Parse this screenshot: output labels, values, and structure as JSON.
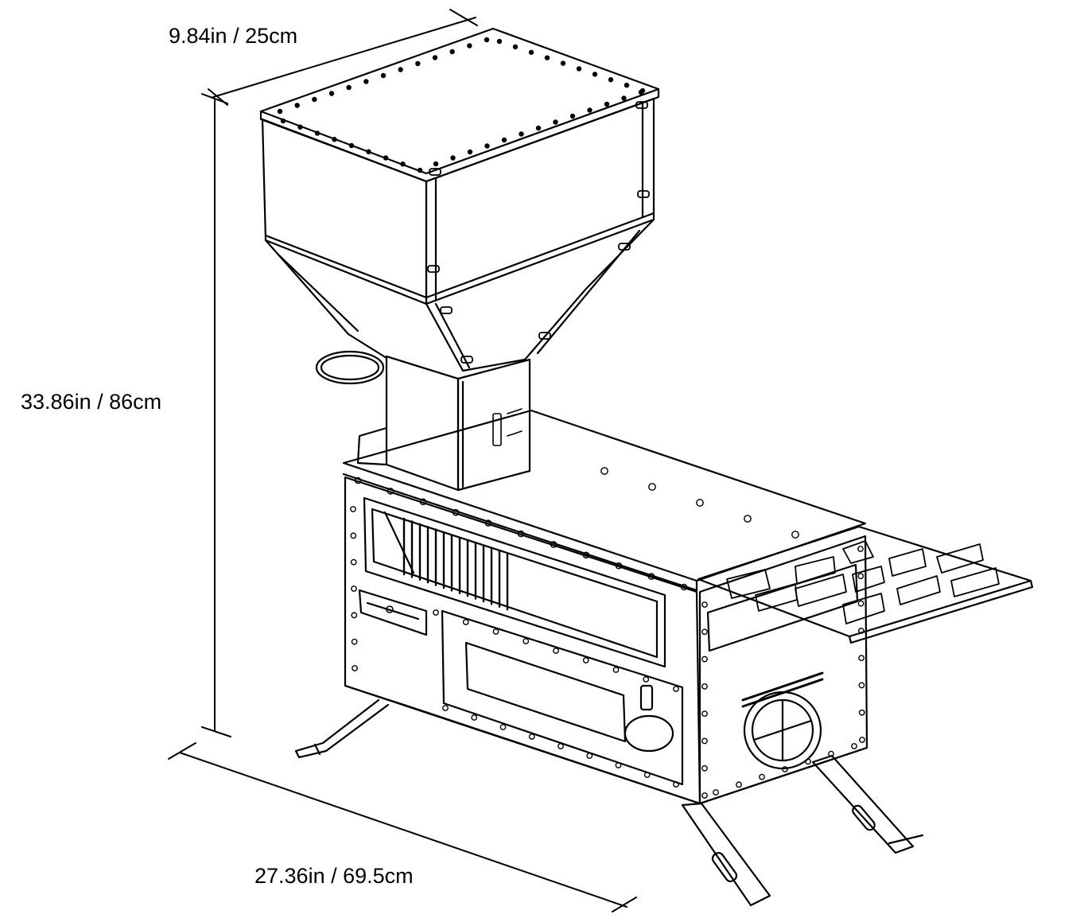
{
  "dimensions": {
    "depth": "9.84in / 25cm",
    "height": "33.86in / 86cm",
    "width": "27.36in / 69.5cm"
  },
  "colors": {
    "line": "#000000",
    "background": "#ffffff"
  }
}
